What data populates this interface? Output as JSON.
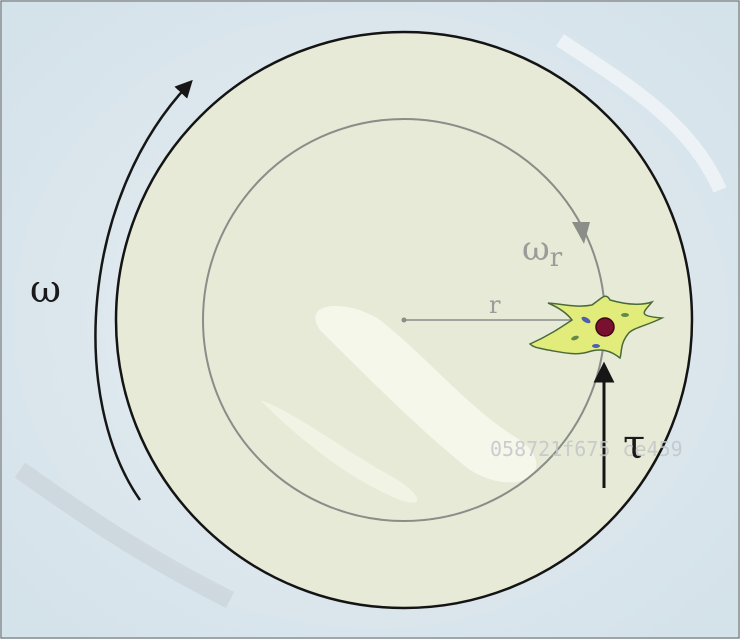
{
  "labels": {
    "omega": "ω",
    "omega_r_main": "ω",
    "omega_r_sub": "r",
    "radius": "r",
    "tau": "τ"
  },
  "watermark": "058721f675 ce459",
  "colors": {
    "background": "#dfe9ee",
    "dish_fill": "#e7ead6",
    "dish_stroke": "#141414",
    "inner_orbit": "#8a8d88",
    "arrow_dark": "#161616",
    "label_gray": "#9a9c99",
    "cell_body": "#e2ec7a",
    "cell_outline": "#4a6a3c",
    "nucleus": "#7a1030",
    "organelle_blue": "#4d5fb0"
  }
}
